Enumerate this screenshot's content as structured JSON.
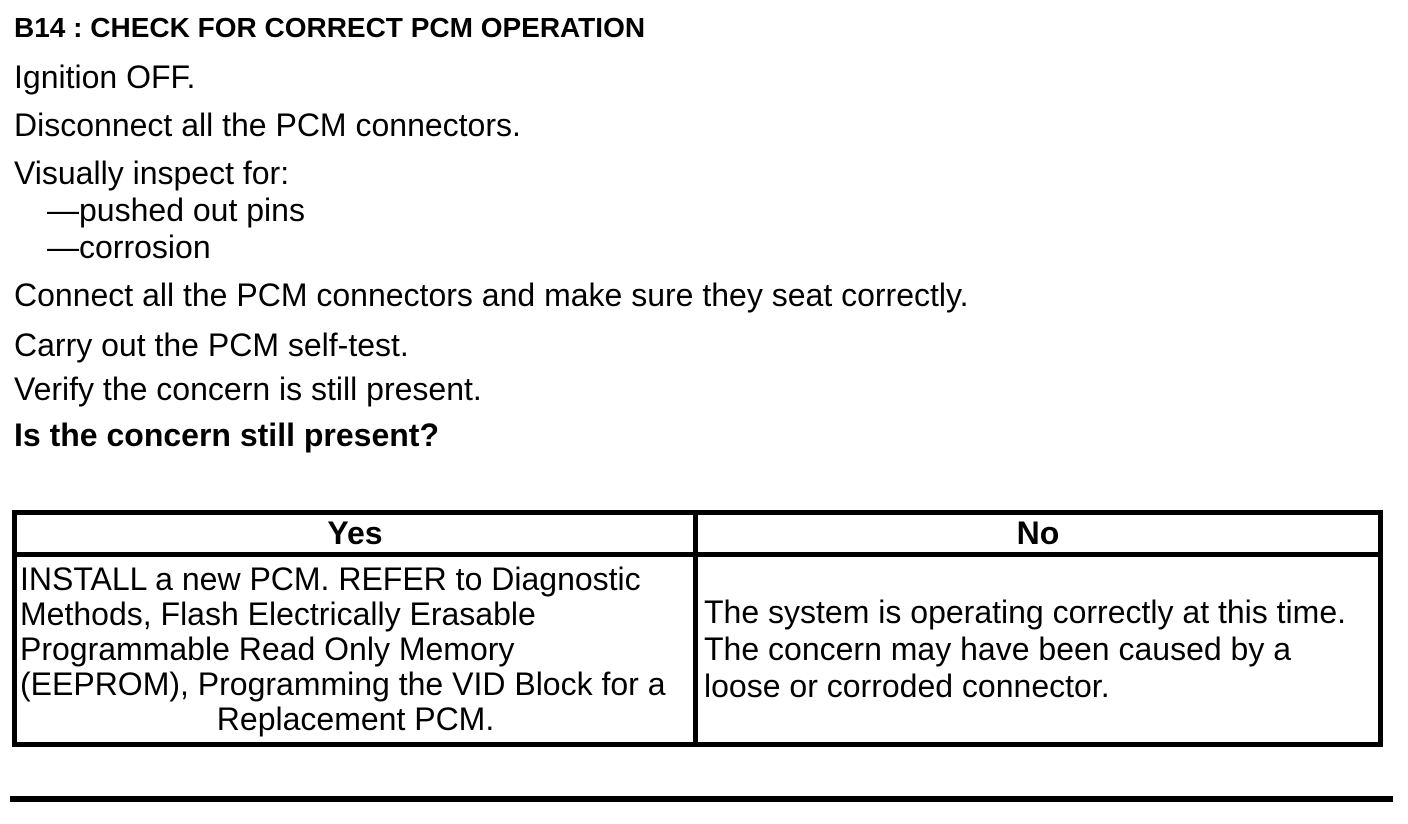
{
  "colors": {
    "background": "#ffffff",
    "text": "#000000",
    "border": "#000000"
  },
  "procedure": {
    "heading": "B14 : CHECK FOR CORRECT PCM OPERATION",
    "steps_before_inspection": [
      "Ignition OFF.",
      "Disconnect all the PCM connectors.",
      "Visually inspect for:"
    ],
    "inspect_items": [
      "—pushed out pins",
      "—corrosion"
    ],
    "steps_after_inspection": [
      "Connect all the PCM connectors and make sure they seat correctly.",
      "Carry out the PCM self-test.",
      "Verify the concern is still present."
    ],
    "question": "Is the concern still present?"
  },
  "results_table": {
    "yes_column": {
      "header": "Yes",
      "lines": [
        "INSTALL a new PCM. REFER to Diagnostic",
        "Methods, Flash Electrically Erasable",
        "Programmable Read Only Memory",
        "(EEPROM), Programming the VID Block for a",
        "Replacement PCM."
      ]
    },
    "no_column": {
      "header": "No",
      "lines": [
        "The system is operating correctly at this time.",
        "The concern may have been caused by a",
        "loose or corroded connector."
      ]
    }
  }
}
